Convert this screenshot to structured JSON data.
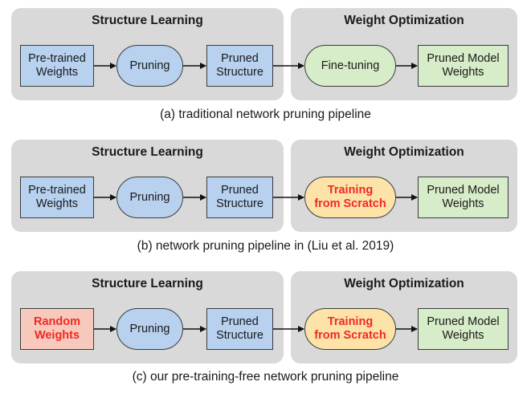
{
  "rows": [
    {
      "structure_title": "Structure Learning",
      "weight_title": "Weight Optimization",
      "nodes": {
        "input": "Pre-trained\nWeights",
        "pruning": "Pruning",
        "pruned": "Pruned\nStructure",
        "train": "Fine-tuning",
        "output": "Pruned Model\nWeights"
      },
      "caption": "(a) traditional network pruning pipeline"
    },
    {
      "structure_title": "Structure Learning",
      "weight_title": "Weight Optimization",
      "nodes": {
        "input": "Pre-trained\nWeights",
        "pruning": "Pruning",
        "pruned": "Pruned\nStructure",
        "train": "Training\nfrom Scratch",
        "output": "Pruned Model\nWeights"
      },
      "caption": "(b) network pruning pipeline in (Liu et al. 2019)"
    },
    {
      "structure_title": "Structure Learning",
      "weight_title": "Weight Optimization",
      "nodes": {
        "input": "Random\nWeights",
        "pruning": "Pruning",
        "pruned": "Pruned\nStructure",
        "train": "Training\nfrom Scratch",
        "output": "Pruned Model\nWeights"
      },
      "caption": "(c) our pre-training-free network pruning pipeline"
    }
  ],
  "colors": {
    "panel": "#d9d9d9",
    "blue_node": "#b7d1ee",
    "green_node": "#d7ecc8",
    "orange_node": "#fde3a8",
    "salmon_node": "#f7c9bc",
    "highlight_text": "#ee2a24"
  }
}
